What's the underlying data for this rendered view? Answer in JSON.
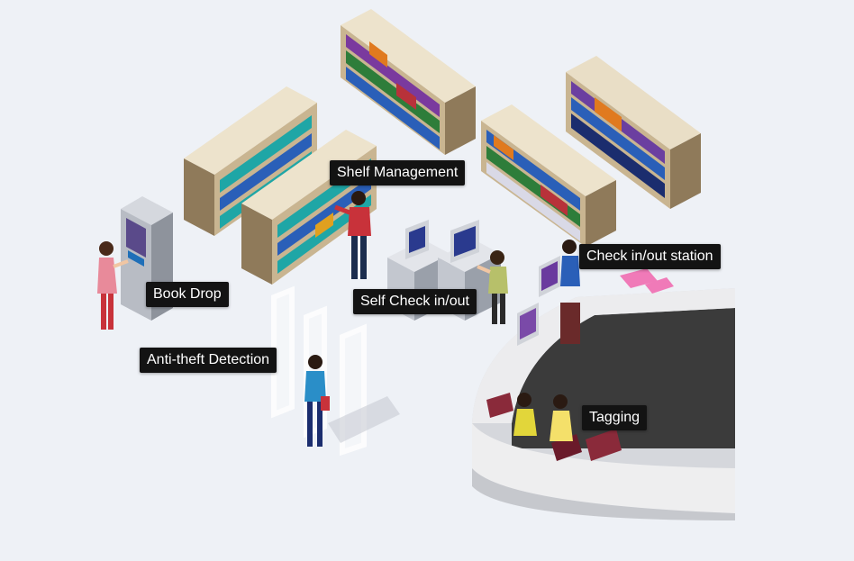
{
  "labels": {
    "shelf_management": "Shelf Management",
    "book_drop": "Book Drop",
    "self_check": "Self Check in/out",
    "check_station": "Check in/out station",
    "anti_theft": "Anti-theft Detection",
    "tagging": "Tagging"
  },
  "colors": {
    "background": "#eef1f6",
    "label_bg": "#131313",
    "label_text": "#ffffff",
    "shelf_wood": "#d8c9ac",
    "shelf_dark": "#6b5a45",
    "desk_top": "#dcdcdc",
    "desk_inner": "#3b3b3b",
    "book_teal": "#1fa6a6",
    "book_blue": "#2a5fb8",
    "book_purple": "#7a3a9e",
    "book_green": "#2e7d3a",
    "book_orange": "#e07a1f",
    "book_red": "#b8323a"
  }
}
